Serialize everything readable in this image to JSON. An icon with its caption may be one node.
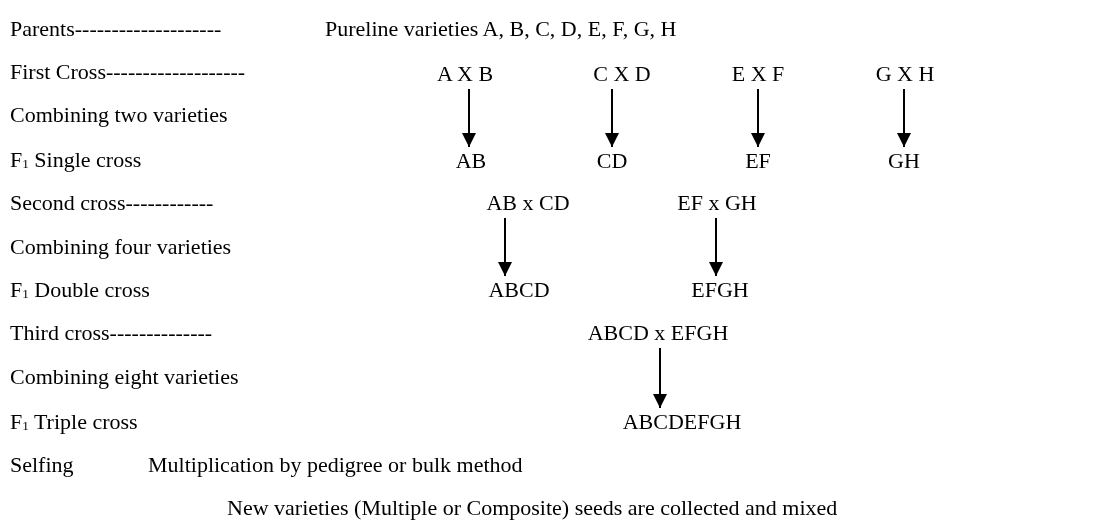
{
  "diagram": {
    "nodes": [
      {
        "text": [
          "A X B"
        ]
      },
      {
        "text": [
          "C X D"
        ]
      },
      {
        "text": [
          "E X F"
        ]
      },
      {
        "text": [
          "G X H"
        ]
      },
      {
        "text": [
          "AB"
        ]
      },
      {
        "text": [
          "CD"
        ]
      },
      {
        "text": [
          "EF"
        ]
      },
      {
        "text": [
          "GH"
        ]
      },
      {
        "text": [
          "AB x CD"
        ]
      },
      {
        "text": [
          "EF x GH"
        ]
      },
      {
        "text": [
          "ABCD"
        ]
      },
      {
        "text": [
          "EFGH"
        ]
      },
      {
        "text": [
          "ABCD x EFGH"
        ]
      },
      {
        "text": [
          "ABCDEFGH"
        ]
      }
    ],
    "edges": [
      {
        "from": 0,
        "to": 4,
        "arrow": "to"
      },
      {
        "from": 1,
        "to": 5,
        "arrow": "to"
      },
      {
        "from": 2,
        "to": 6,
        "arrow": "to"
      },
      {
        "from": 3,
        "to": 7,
        "arrow": "to"
      },
      {
        "from": 8,
        "to": 10,
        "arrow": "to"
      },
      {
        "from": 9,
        "to": 11,
        "arrow": "to"
      },
      {
        "from": 12,
        "to": 13,
        "arrow": "to"
      }
    ],
    "labels": [
      "Parents--------------------",
      "Pureline varieties A, B, C, D, E, F, G, H",
      "First Cross-------------------",
      "Combining two varieties",
      "F$_{1}$ Single cross",
      "Second cross------------",
      "Combining four varieties",
      "F$_{1}$ Double cross",
      "Third cross--------------",
      "Combining eight varieties",
      "F$_{1}$ Triple cross",
      "Selfing",
      "Multiplication by pedigree or bulk method",
      "New varieties (Multiple or Composite) seeds are collected and mixed"
    ]
  }
}
